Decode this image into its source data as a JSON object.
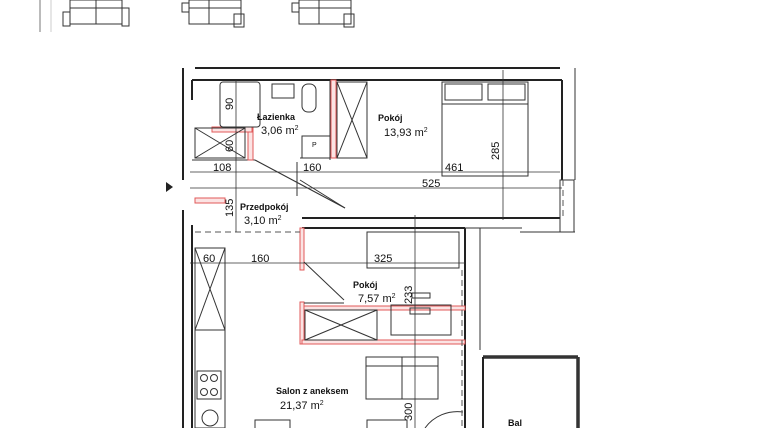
{
  "rooms": {
    "bathroom": {
      "name": "Łazienka",
      "area": "3,06 m",
      "sup": "2"
    },
    "bedroom": {
      "name": "Pokój",
      "area": "13,93 m",
      "sup": "2"
    },
    "hall": {
      "name": "Przedpokój",
      "area": "3,10 m",
      "sup": "2"
    },
    "small_room": {
      "name": "Pokój",
      "area": "7,57 m",
      "sup": "2"
    },
    "living": {
      "name": "Salon z aneksem",
      "area": "21,37 m",
      "sup": "2"
    },
    "balcony": {
      "name": "Bal"
    }
  },
  "dimensions": {
    "d90": "90",
    "d60a": "60",
    "d108": "108",
    "d160a": "160",
    "d461": "461",
    "d525": "525",
    "d285": "285",
    "d135": "135",
    "d60b": "60",
    "d160b": "160",
    "d325": "325",
    "d233": "233",
    "d300": "300"
  },
  "fixtures": {
    "p_label": "P"
  },
  "colors": {
    "wall": "#222222",
    "new_wall_hatch": "#e05a5a"
  }
}
